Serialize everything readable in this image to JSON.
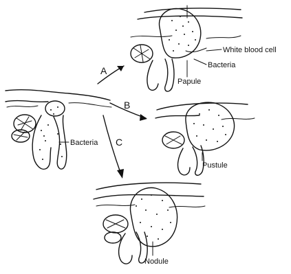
{
  "labels": {
    "bacteria_left": "Bacteria",
    "white_blood_cell": "White blood cell",
    "bacteria_top": "Bacteria",
    "papule": "Papule",
    "pustule": "Pustule",
    "nodule": "Nodule"
  },
  "arrows": {
    "a": "A",
    "b": "B",
    "c": "C"
  },
  "colors": {
    "ink": "#111111",
    "background": "#ffffff"
  }
}
